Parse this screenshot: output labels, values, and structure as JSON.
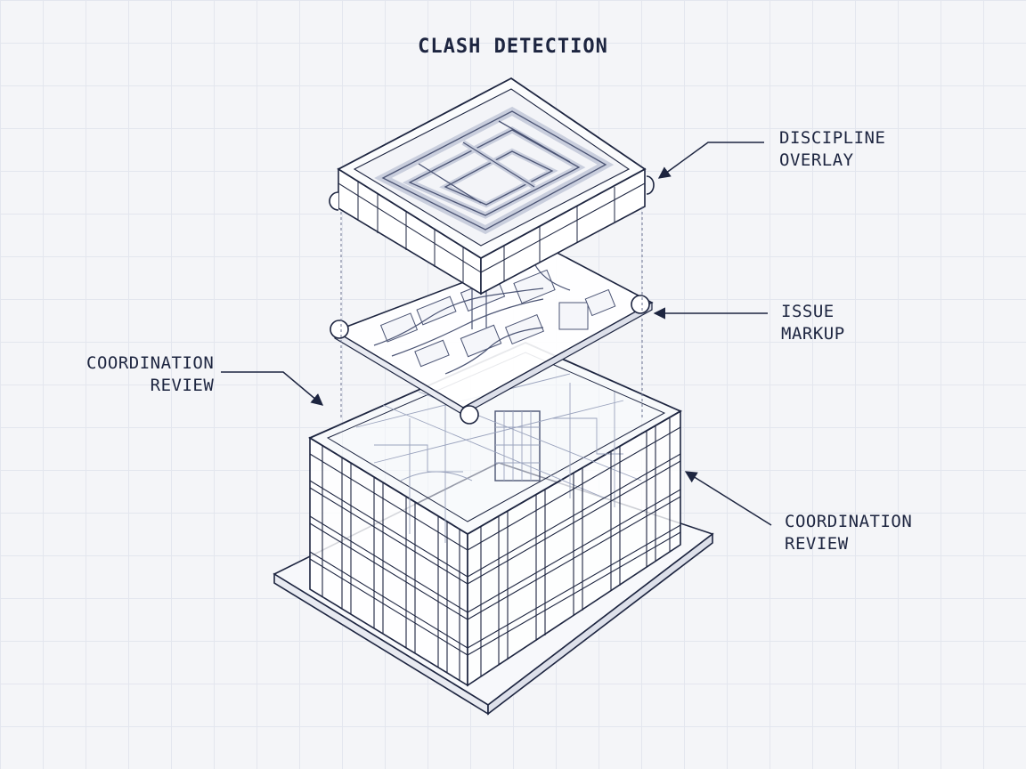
{
  "diagram": {
    "title": "CLASH DETECTION",
    "labels": {
      "discipline_overlay": [
        "DISCIPLINE",
        "OVERLAY"
      ],
      "issue_markup": [
        "ISSUE",
        "MARKUP"
      ],
      "coordination_review_left": [
        "COORDINATION",
        "REVIEW"
      ],
      "coordination_review_right": [
        "COORDINATION",
        "REVIEW"
      ]
    },
    "colors": {
      "ink": "#1d2540",
      "line_light": "#9aa3bd",
      "background": "#f4f5f8",
      "grid": "#e3e6ee"
    }
  }
}
